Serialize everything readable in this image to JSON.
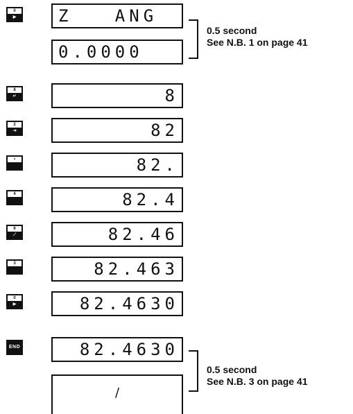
{
  "keys": [
    {
      "top": "0",
      "bottom": "▶",
      "name": "zero"
    },
    {
      "top": "8",
      "bottom": "↵",
      "name": "eight"
    },
    {
      "top": "2",
      "bottom": "⇥",
      "name": "two"
    },
    {
      "top": "•",
      "bottom": "",
      "name": "point"
    },
    {
      "top": "4",
      "bottom": "",
      "name": "four"
    },
    {
      "top": "6",
      "bottom": "⟋",
      "name": "six"
    },
    {
      "top": "3",
      "bottom": "",
      "name": "three"
    },
    {
      "top": "0",
      "bottom": "▶",
      "name": "zero-2"
    },
    {
      "label": "END",
      "name": "end"
    }
  ],
  "displays": [
    "Z   ANG",
    "0.0000",
    "8",
    "82",
    "82.",
    "82.4",
    "82.46",
    "82.463",
    "82.4630",
    "82.4630",
    "/"
  ],
  "notes": [
    {
      "line1": "0.5 second",
      "line2": "See N.B. 1 on page 41"
    },
    {
      "line1": "0.5 second",
      "line2": "See N.B. 3 on page 41"
    }
  ]
}
